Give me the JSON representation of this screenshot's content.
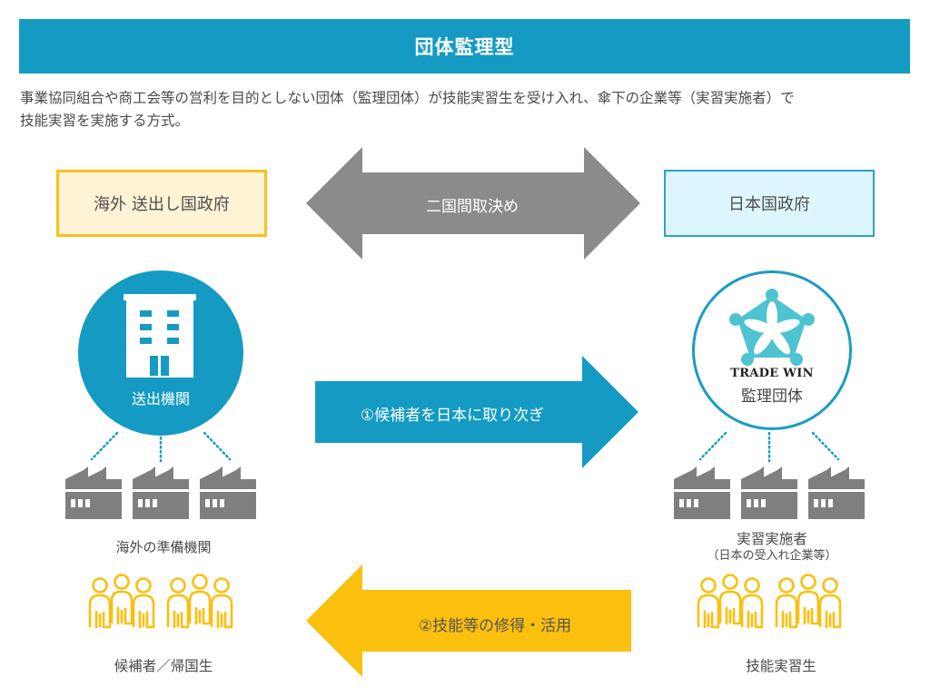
{
  "header": {
    "title": "団体監理型",
    "description_line1": "事業協同組合や商工会等の営利を目的としない団体（監理団体）が技能実習生を受け入れ、傘下の企業等（実習実施者）で",
    "description_line2": "技能実習を実施する方式。"
  },
  "governments": {
    "left": "海外 送出し国政府",
    "right": "日本国政府"
  },
  "arrows": {
    "bilateral": "二国間取決め",
    "step1": "①候補者を日本に取り次ぎ",
    "step2": "②技能等の修得・活用"
  },
  "left_side": {
    "organization_label": "送出機関",
    "organization_icon": "building-icon",
    "facilities_label": "海外の準備機関",
    "people_label": "候補者／帰国生"
  },
  "right_side": {
    "logo_text": "TRADE WIN",
    "organization_label": "監理団体",
    "facilities_label": "実習実施者",
    "facilities_sublabel": "（日本の受入れ企業等）",
    "people_label": "技能実習生"
  },
  "colors": {
    "primary_blue": "#159bc3",
    "logo_teal": "#4ec3d2",
    "arrow_gray": "#8b8b8b",
    "accent_yellow": "#fbbf0e",
    "factory_gray": "#7f7f7f",
    "gov_left_bg": "#fef3d5",
    "gov_right_bg": "#ddf6fd"
  }
}
